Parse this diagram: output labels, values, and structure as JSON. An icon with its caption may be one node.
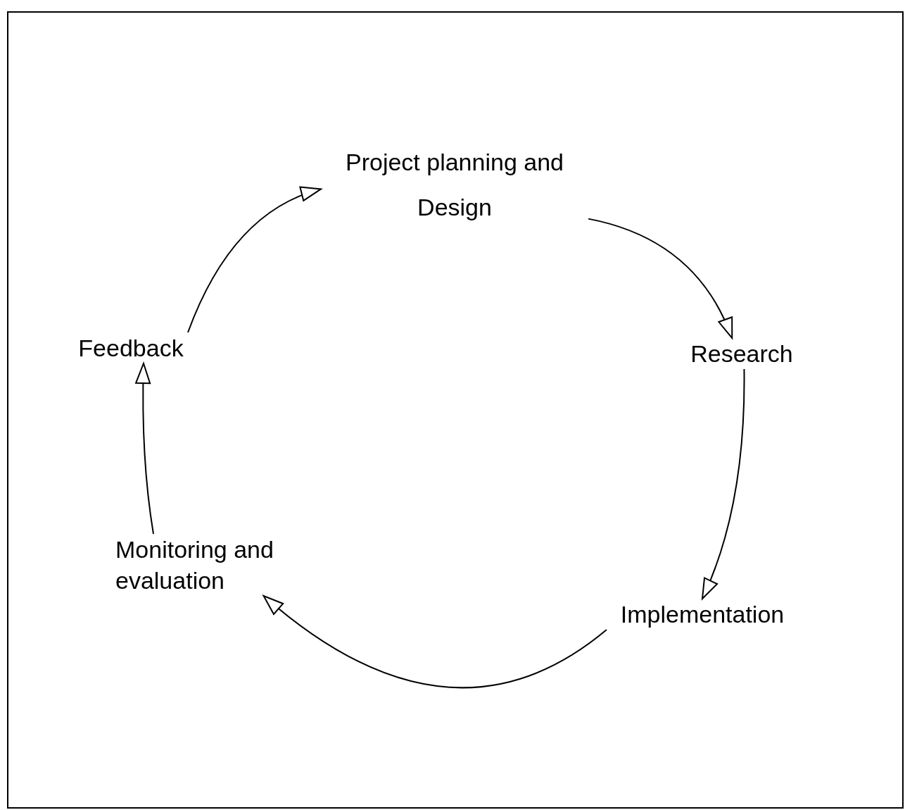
{
  "diagram": {
    "nodes": [
      {
        "text": [
          "Project planning and Design"
        ]
      },
      {
        "text": [
          "Research"
        ]
      },
      {
        "text": [
          "Implementation"
        ]
      },
      {
        "text": [
          "Monitoring and evaluation"
        ]
      },
      {
        "text": [
          "Feedback"
        ]
      }
    ],
    "edges": [
      {
        "from": 0,
        "to": 1,
        "arrow": "to"
      },
      {
        "from": 1,
        "to": 2,
        "arrow": "to"
      },
      {
        "from": 2,
        "to": 3,
        "arrow": "to"
      },
      {
        "from": 3,
        "to": 4,
        "arrow": "to"
      },
      {
        "from": 4,
        "to": 0,
        "arrow": "to"
      }
    ]
  }
}
